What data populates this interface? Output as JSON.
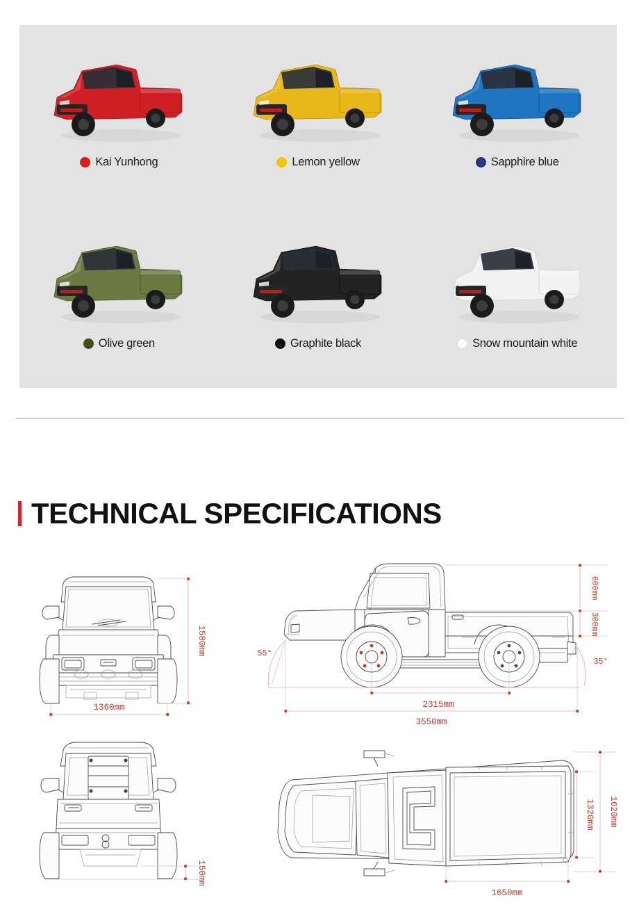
{
  "gallery": {
    "background_color": "#e3e3e3",
    "colors": [
      {
        "name": "Kai Yunhong",
        "swatch_hex": "#d81f20",
        "body_hex": "#cf2026",
        "body_dark": "#8d1216",
        "body_light": "#ea5a5a"
      },
      {
        "name": "Lemon yellow",
        "swatch_hex": "#f1c40f",
        "body_hex": "#e8b71a",
        "body_dark": "#a37d08",
        "body_light": "#f7d85e"
      },
      {
        "name": "Sapphire blue",
        "swatch_hex": "#253a7e",
        "body_hex": "#1f74c4",
        "body_dark": "#13406e",
        "body_light": "#5fb0e8"
      },
      {
        "name": "Olive green",
        "swatch_hex": "#3e4f1b",
        "body_hex": "#6b7a43",
        "body_dark": "#3d4721",
        "body_light": "#97a468"
      },
      {
        "name": "Graphite black",
        "swatch_hex": "#111111",
        "body_hex": "#232323",
        "body_dark": "#0a0a0a",
        "body_light": "#4c4c4c"
      },
      {
        "name": "Snow mountain white",
        "swatch_hex": "#fdfdfd",
        "body_hex": "#f2f2f2",
        "body_dark": "#c8c8c8",
        "body_light": "#ffffff"
      }
    ]
  },
  "spec_section": {
    "title": "TECHNICAL SPECIFICATIONS",
    "accent_color": "#d8232a"
  },
  "drawings": {
    "front_view": {
      "name": "front-view",
      "dimensions": {
        "height": "1580mm",
        "width": "1360mm"
      }
    },
    "side_view": {
      "name": "side-view",
      "dimensions": {
        "bed_side_height": "600mm",
        "bed_wall_height": "300mm",
        "wheelbase": "2315mm",
        "overall_length": "3550mm",
        "approach_angle": "55°",
        "departure_angle": "35°"
      }
    },
    "rear_view": {
      "name": "rear-view",
      "dimensions": {
        "ground_clearance": "150mm"
      }
    },
    "top_view": {
      "name": "top-view",
      "dimensions": {
        "bed_inner_width": "1320mm",
        "overall_width": "1620mm",
        "bed_length": "1650mm"
      }
    }
  }
}
